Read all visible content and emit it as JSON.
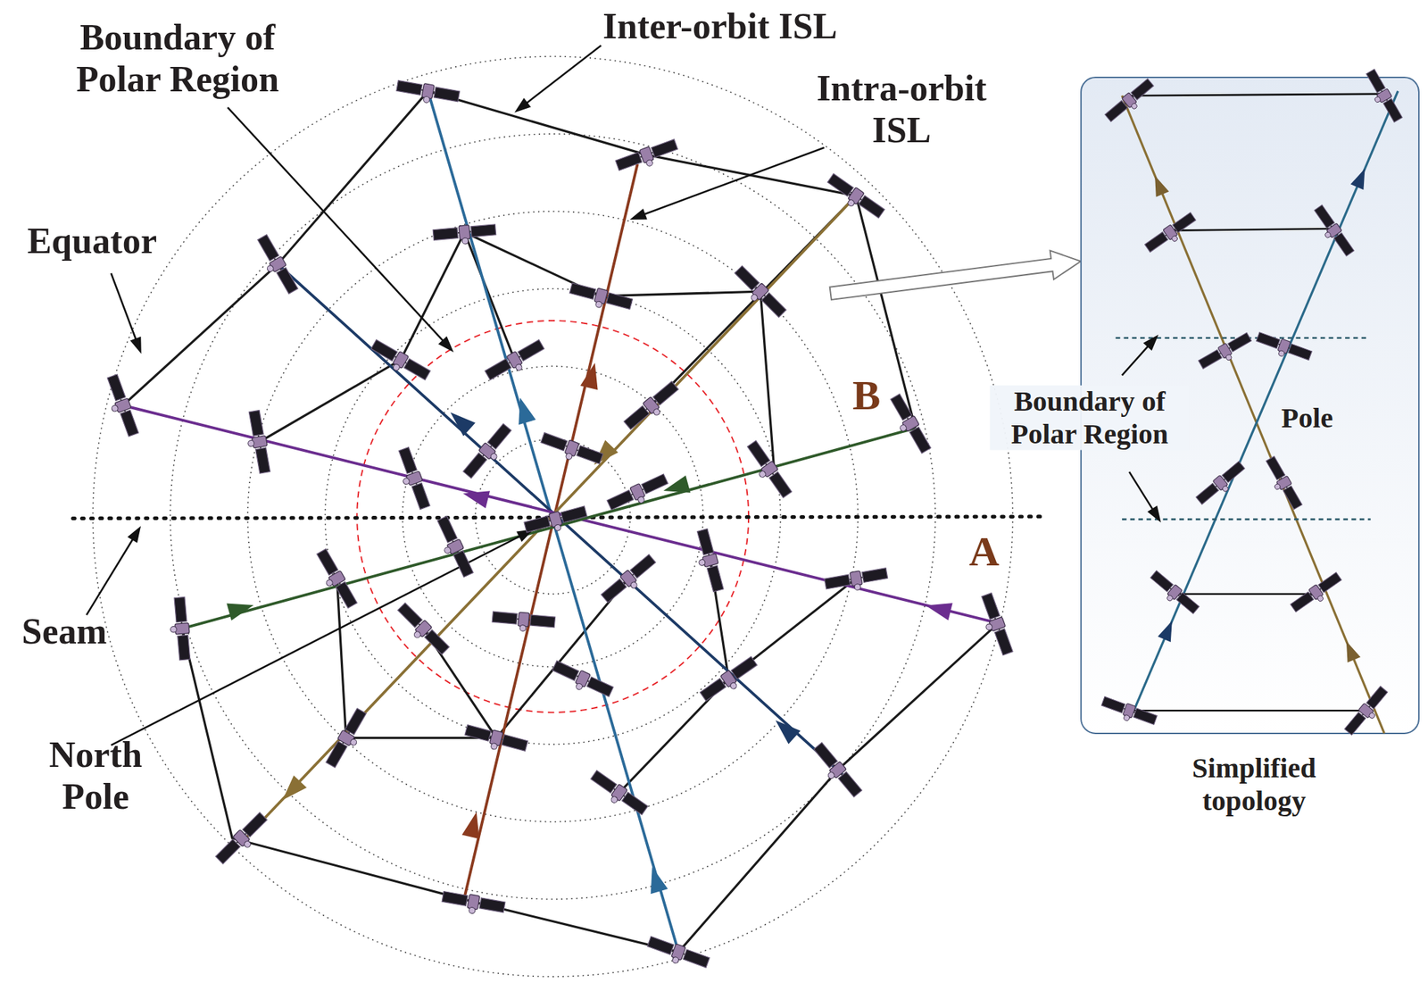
{
  "diagram": {
    "nodes": [
      {
        "text": [
          "Boundary of Polar Region",
          "Pole",
          "Simplified topology"
        ]
      }
    ],
    "labels": [
      "Boundary of Polar Region",
      "Inter-orbit ISL",
      "Intra-orbit ISL",
      "Equator",
      "B",
      "A",
      "Seam",
      "North Pole"
    ]
  }
}
